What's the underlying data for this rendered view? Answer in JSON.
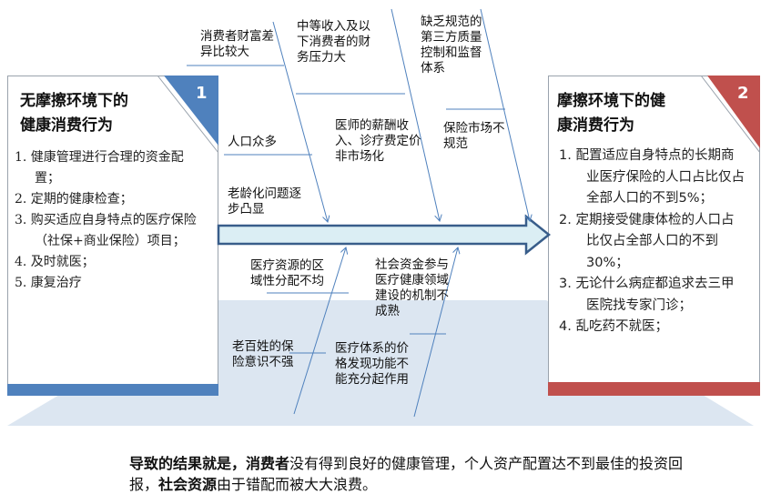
{
  "left_box": {
    "number": "1",
    "title_line1": "无摩擦环境下的",
    "title_line2": "健康消费行为",
    "items": [
      "1. 健康管理进行合理的资金配置；",
      "2. 定期的健康检查；",
      "3. 购买适应自身特点的医疗保险（社保+商业保险）项目；",
      "4. 及时就医；",
      "5. 康复治疗"
    ],
    "accent_color": "#4f81bd"
  },
  "right_box": {
    "number": "2",
    "title_line1": "摩擦环境下的健",
    "title_line2": "康消费行为",
    "items": [
      "1.  配置适应自身特点的长期商业医疗保险的人口占比仅占全部人口的不到5%；",
      "2.  定期接受健康体检的人口占比仅占全部人口的不到30%；",
      "3.  无论什么病症都追求去三甲医院找专家门诊；",
      "4.  乱吃药不就医；"
    ],
    "accent_color": "#c0504d"
  },
  "causes": {
    "c1": "消费者财富差异比较大",
    "c2": "中等收入及以下消费者的财务压力大",
    "c3": "缺乏规范的第三方质量控制和监督体系",
    "c4": "人口众多",
    "c5": "医师的薪酬收入、诊疗费定价非市场化",
    "c6": "保险市场不规范",
    "c7": "老龄化问题逐步凸显",
    "c8": "医疗资源的区域性分配不均",
    "c9": "社会资金参与医疗健康领域建设的机制不成熟",
    "c10": "老百姓的保险意识不强",
    "c11": "医疗体系的价格发现功能不能充分起作用"
  },
  "footer": {
    "p1": "导致的结果就是，",
    "p2": "消费者",
    "p3": "没有得到良好的健康管理，个人资产配置达不到最佳的投资回报，",
    "p4": "社会资源",
    "p5": "由于错配而被大大浪费。"
  }
}
